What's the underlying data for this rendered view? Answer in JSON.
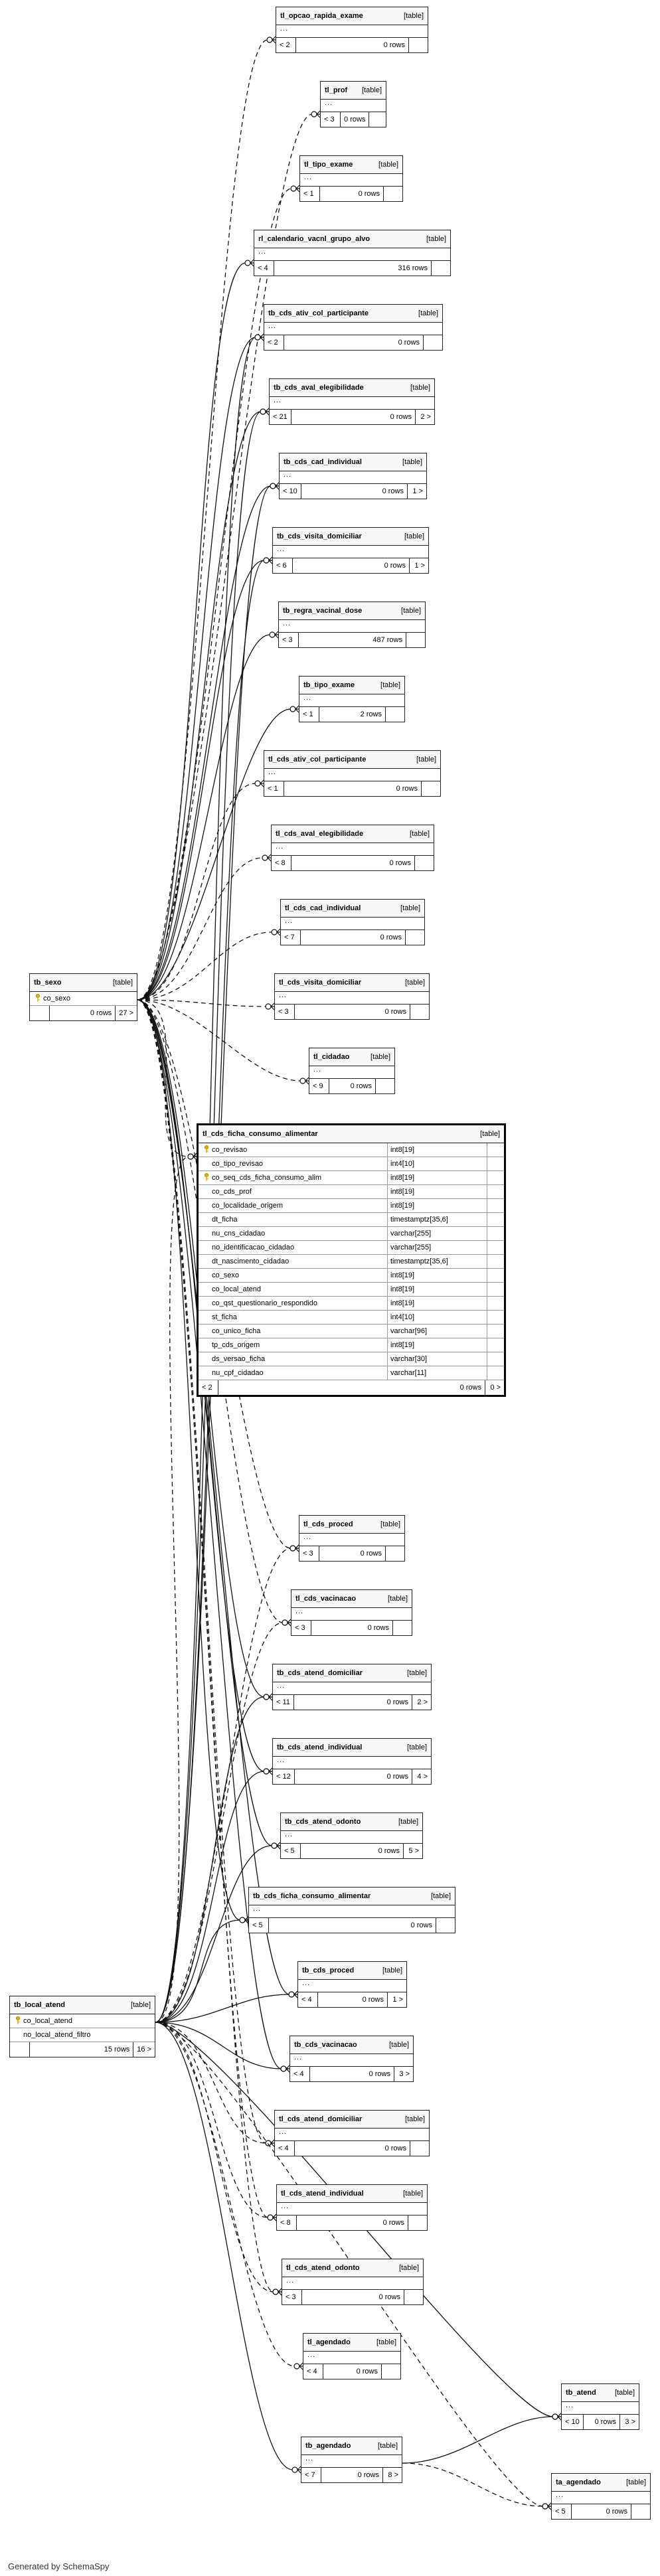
{
  "footer_text": "Generated by SchemaSpy",
  "tables": [
    {
      "id": "t_opcao",
      "name": "tl_opcao_rapida_exame",
      "type": "[table]",
      "f1": "< 2",
      "f2": "0 rows",
      "f3": ""
    },
    {
      "id": "t_prof",
      "name": "tl_prof",
      "type": "[table]",
      "f1": "< 3",
      "f2": "0 rows",
      "f3": ""
    },
    {
      "id": "t_tipo_ex_l",
      "name": "tl_tipo_exame",
      "type": "[table]",
      "f1": "< 1",
      "f2": "0 rows",
      "f3": ""
    },
    {
      "id": "t_cal",
      "name": "rl_calendario_vacnl_grupo_alvo",
      "type": "[table]",
      "f1": "< 4",
      "f2": "316 rows",
      "f3": ""
    },
    {
      "id": "t_ativ_b",
      "name": "tb_cds_ativ_col_participante",
      "type": "[table]",
      "f1": "< 2",
      "f2": "0 rows",
      "f3": ""
    },
    {
      "id": "t_aval_b",
      "name": "tb_cds_aval_elegibilidade",
      "type": "[table]",
      "f1": "< 21",
      "f2": "0 rows",
      "f3": "2 >"
    },
    {
      "id": "t_cad_b",
      "name": "tb_cds_cad_individual",
      "type": "[table]",
      "f1": "< 10",
      "f2": "0 rows",
      "f3": "1 >"
    },
    {
      "id": "t_visita_b",
      "name": "tb_cds_visita_domiciliar",
      "type": "[table]",
      "f1": "< 6",
      "f2": "0 rows",
      "f3": "1 >"
    },
    {
      "id": "t_regra",
      "name": "tb_regra_vacinal_dose",
      "type": "[table]",
      "f1": "< 3",
      "f2": "487 rows",
      "f3": ""
    },
    {
      "id": "t_tipo_ex_b",
      "name": "tb_tipo_exame",
      "type": "[table]",
      "f1": "< 1",
      "f2": "2 rows",
      "f3": ""
    },
    {
      "id": "t_ativ_l",
      "name": "tl_cds_ativ_col_participante",
      "type": "[table]",
      "f1": "< 1",
      "f2": "0 rows",
      "f3": ""
    },
    {
      "id": "t_aval_l",
      "name": "tl_cds_aval_elegibilidade",
      "type": "[table]",
      "f1": "< 8",
      "f2": "0 rows",
      "f3": ""
    },
    {
      "id": "t_cad_l",
      "name": "tl_cds_cad_individual",
      "type": "[table]",
      "f1": "< 7",
      "f2": "0 rows",
      "f3": ""
    },
    {
      "id": "t_visita_l",
      "name": "tl_cds_visita_domiciliar",
      "type": "[table]",
      "f1": "< 3",
      "f2": "0 rows",
      "f3": ""
    },
    {
      "id": "t_cidadao",
      "name": "tl_cidadao",
      "type": "[table]",
      "f1": "< 9",
      "f2": "0 rows",
      "f3": ""
    },
    {
      "id": "t_sexo",
      "name": "tb_sexo",
      "type": "[table]",
      "f1": "",
      "f2": "0 rows",
      "f3": "27 >",
      "columns": [
        {
          "key": true,
          "name": "co_sexo"
        }
      ]
    },
    {
      "id": "t_main",
      "name": "tl_cds_ficha_consumo_alimentar",
      "type": "[table]",
      "f1": "< 2",
      "f2": "0 rows",
      "f3": "0 >",
      "columns": [
        {
          "key": true,
          "name": "co_revisao",
          "type": "int8[19]"
        },
        {
          "key": false,
          "name": "co_tipo_revisao",
          "type": "int4[10]"
        },
        {
          "key": true,
          "name": "co_seq_cds_ficha_consumo_alim",
          "type": "int8[19]"
        },
        {
          "key": false,
          "name": "co_cds_prof",
          "type": "int8[19]"
        },
        {
          "key": false,
          "name": "co_localidade_origem",
          "type": "int8[19]"
        },
        {
          "key": false,
          "name": "dt_ficha",
          "type": "timestamptz[35,6]"
        },
        {
          "key": false,
          "name": "nu_cns_cidadao",
          "type": "varchar[255]"
        },
        {
          "key": false,
          "name": "no_identificacao_cidadao",
          "type": "varchar[255]"
        },
        {
          "key": false,
          "name": "dt_nascimento_cidadao",
          "type": "timestamptz[35,6]"
        },
        {
          "key": false,
          "name": "co_sexo",
          "type": "int8[19]"
        },
        {
          "key": false,
          "name": "co_local_atend",
          "type": "int8[19]"
        },
        {
          "key": false,
          "name": "co_qst_questionario_respondido",
          "type": "int8[19]"
        },
        {
          "key": false,
          "name": "st_ficha",
          "type": "int4[10]"
        },
        {
          "key": false,
          "name": "co_unico_ficha",
          "type": "varchar[96]"
        },
        {
          "key": false,
          "name": "tp_cds_origem",
          "type": "int8[19]"
        },
        {
          "key": false,
          "name": "ds_versao_ficha",
          "type": "varchar[30]"
        },
        {
          "key": false,
          "name": "nu_cpf_cidadao",
          "type": "varchar[11]"
        }
      ]
    },
    {
      "id": "t_proced_l",
      "name": "tl_cds_proced",
      "type": "[table]",
      "f1": "< 3",
      "f2": "0 rows",
      "f3": ""
    },
    {
      "id": "t_vac_l",
      "name": "tl_cds_vacinacao",
      "type": "[table]",
      "f1": "< 3",
      "f2": "0 rows",
      "f3": ""
    },
    {
      "id": "t_atdom_b",
      "name": "tb_cds_atend_domiciliar",
      "type": "[table]",
      "f1": "< 11",
      "f2": "0 rows",
      "f3": "2 >"
    },
    {
      "id": "t_atind_b",
      "name": "tb_cds_atend_individual",
      "type": "[table]",
      "f1": "< 12",
      "f2": "0 rows",
      "f3": "4 >"
    },
    {
      "id": "t_atodo_b",
      "name": "tb_cds_atend_odonto",
      "type": "[table]",
      "f1": "< 5",
      "f2": "0 rows",
      "f3": "5 >"
    },
    {
      "id": "t_ficha_b",
      "name": "tb_cds_ficha_consumo_alimentar",
      "type": "[table]",
      "f1": "< 5",
      "f2": "0 rows",
      "f3": ""
    },
    {
      "id": "t_proced_b",
      "name": "tb_cds_proced",
      "type": "[table]",
      "f1": "< 4",
      "f2": "0 rows",
      "f3": "1 >"
    },
    {
      "id": "t_vac_b",
      "name": "tb_cds_vacinacao",
      "type": "[table]",
      "f1": "< 4",
      "f2": "0 rows",
      "f3": "3 >"
    },
    {
      "id": "t_local",
      "name": "tb_local_atend",
      "type": "[table]",
      "f1": "",
      "f2": "15 rows",
      "f3": "16 >",
      "columns": [
        {
          "key": true,
          "name": "co_local_atend"
        },
        {
          "key": false,
          "name": "no_local_atend_filtro"
        }
      ]
    },
    {
      "id": "t_atdom_l",
      "name": "tl_cds_atend_domiciliar",
      "type": "[table]",
      "f1": "< 4",
      "f2": "0 rows",
      "f3": ""
    },
    {
      "id": "t_atind_l",
      "name": "tl_cds_atend_individual",
      "type": "[table]",
      "f1": "< 8",
      "f2": "0 rows",
      "f3": ""
    },
    {
      "id": "t_atodo_l",
      "name": "tl_cds_atend_odonto",
      "type": "[table]",
      "f1": "< 3",
      "f2": "0 rows",
      "f3": ""
    },
    {
      "id": "t_agend_l",
      "name": "tl_agendado",
      "type": "[table]",
      "f1": "< 4",
      "f2": "0 rows",
      "f3": ""
    },
    {
      "id": "t_atend",
      "name": "tb_atend",
      "type": "[table]",
      "f1": "< 10",
      "f2": "0 rows",
      "f3": "3 >"
    },
    {
      "id": "t_agend_b",
      "name": "tb_agendado",
      "type": "[table]",
      "f1": "< 7",
      "f2": "0 rows",
      "f3": "8 >"
    },
    {
      "id": "t_ta_agend",
      "name": "ta_agendado",
      "type": "[table]",
      "f1": "< 5",
      "f2": "0 rows",
      "f3": ""
    }
  ]
}
